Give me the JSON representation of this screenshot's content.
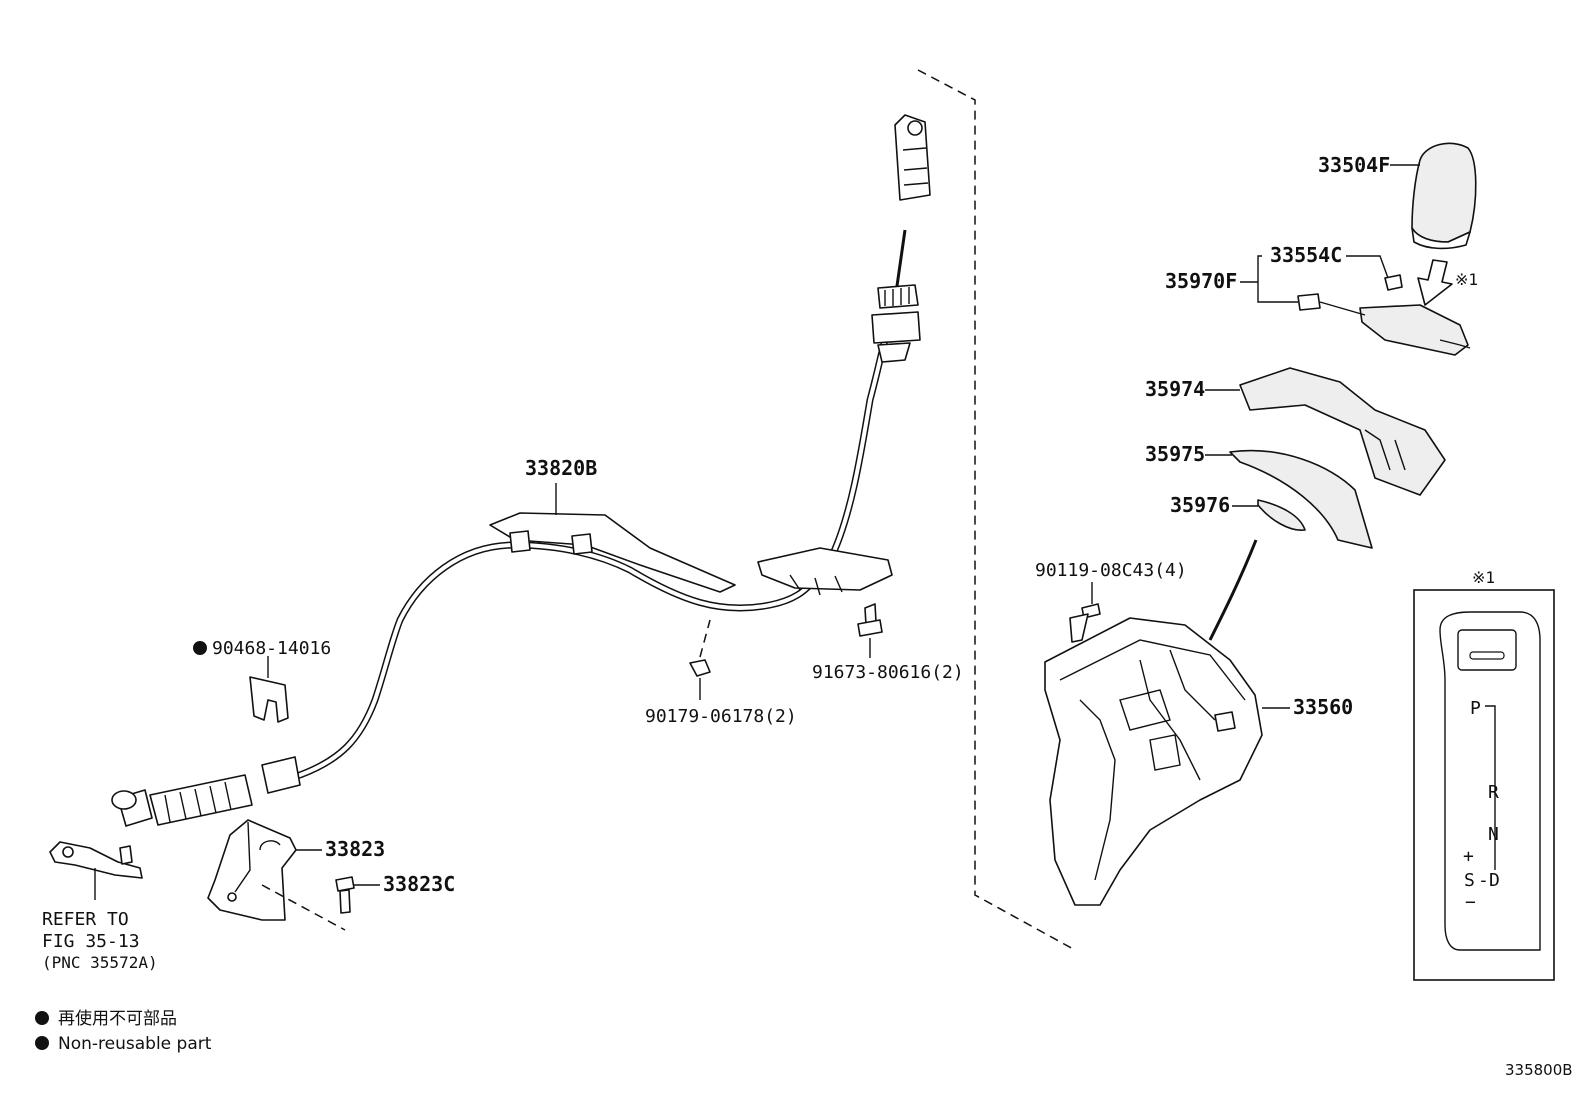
{
  "labels": {
    "cable_33820B": "33820B",
    "clip_90468": "90468-14016",
    "nut_90179": "90179-06178(2)",
    "bolt_91673": "91673-80616(2)",
    "bracket_33823": "33823",
    "bolt_33823C": "33823C",
    "refer_line1": "REFER TO",
    "refer_line2": "FIG 35-13",
    "refer_line3": "(PNC 35572A)",
    "knob_33504F": "33504F",
    "clip_33554C": "33554C",
    "indicator_35970F": "35970F",
    "cover_35974": "35974",
    "plate_35975": "35975",
    "plate_35976": "35976",
    "bolt_90119": "90119-08C43(4)",
    "shifter_33560": "33560",
    "note_ref_arrow": "※1",
    "note_ref_box": "※1"
  },
  "indicator": {
    "p": "P",
    "r": "R",
    "n": "N",
    "plus": "+",
    "s": "S",
    "dash": "-",
    "d": "D",
    "minus": "−"
  },
  "legend": {
    "line_jp": "再使用不可部品",
    "line_en": "Non-reusable part"
  },
  "figure_id": "335800B",
  "colors": {
    "ink": "#111111",
    "paper": "#ffffff"
  }
}
